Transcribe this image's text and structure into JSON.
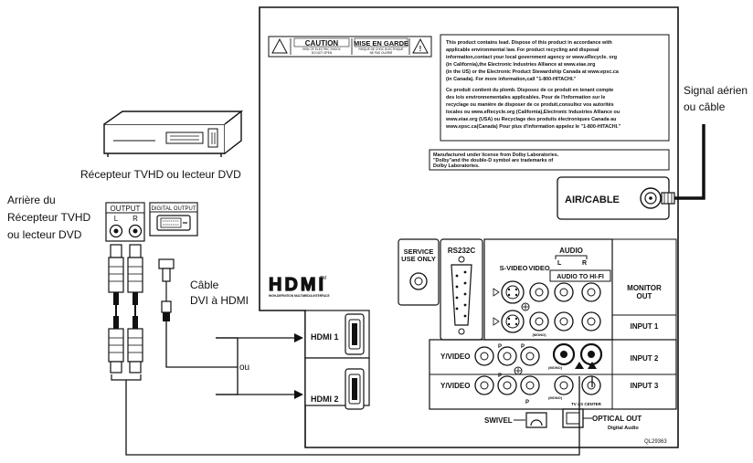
{
  "labels": {
    "receiver_front": "Récepteur TVHD ou lecteur DVD",
    "receiver_back": [
      "Arrière du",
      "Récepteur TVHD",
      "ou lecteur DVD"
    ],
    "dvi_cable": [
      "Câble",
      "DVI à HDMI"
    ],
    "or_connector": "ou",
    "antenna": [
      "Signal aérien",
      "ou câble"
    ]
  },
  "source_panel": {
    "output": "OUTPUT",
    "left": "L",
    "right": "R",
    "digital_output": "DIGITAL OUTPUT"
  },
  "tv_panel": {
    "caution": "CAUTION",
    "caution_sub": [
      "RISK OF ELECTRIC SHOCK",
      "DO NOT OPEN"
    ],
    "mise_en_garde": "MISE EN GARDE",
    "mise_sub": [
      "RISQUE DE CHOC ELECTRIQUE",
      "NE PAS OUVRIR"
    ],
    "lead_notice": [
      "This product contains lead. Dispose of this product in accordance with",
      "applicable environmental law. For product recycling and disposal",
      "information,contact your local government agency or www.eRecycle. org",
      "(in California),the Electronic Industries Alliance at www.eiae.org",
      "(in the US) or the Electronic Product Stewardship Canada at www.epsc.ca",
      "(in Canada). For more information,call \"1-800-HITACHI.\"",
      "Ce produit contient du plomb. Disposez de ce produit en tenant compte",
      "des lois environnementales applicables. Pour de l'information sur le",
      "recyclage ou manière de disposer de ce produit,consultez vos autorités",
      "locales ou www.eRecycle.org (California),Electronic Industries Alliance ou",
      "www.eiae.org (USA) ou Recyclage des produits électroniques Canada au",
      "www.epsc.ca(Canada) Pour plus d'information appelez le \"1-800-HITACHI.\""
    ],
    "dolby_notice": [
      "Manufactured under license from Dolby Laboratories.",
      "\"Dolby\"and the double-D symbol are trademarks of",
      "Dolby Laboratories."
    ],
    "air_cable": "AIR/CABLE",
    "hdmi_logo": "HDMI",
    "hdmi_tm": "TM",
    "hdmi_tagline": "HIGH-DEFINITION MULTIMEDIA INTERFACE",
    "hdmi1": "HDMI 1",
    "hdmi2": "HDMI 2",
    "service": [
      "SERVICE",
      "USE ONLY"
    ],
    "rs232c": "RS232C",
    "audio": "AUDIO",
    "audio_l": "L",
    "audio_r": "R",
    "svideo": "S-VIDEO",
    "video": "VIDEO",
    "audio_to_hifi": "AUDIO  TO  HI-FI",
    "monitor_out": [
      "MONITOR",
      "OUT"
    ],
    "input1": "INPUT  1",
    "input2": "INPUT  2",
    "input3": "INPUT  3",
    "yvideo": "Y/VIDEO",
    "pb": "P",
    "pr": "P",
    "mono": "(MONO)",
    "tv_as_center": "TV AS CENTER",
    "swivel": "SWIVEL",
    "optical_out": "OPTICAL  OUT",
    "digital_audio": "Digital Audio",
    "model_code": "QL29363"
  }
}
